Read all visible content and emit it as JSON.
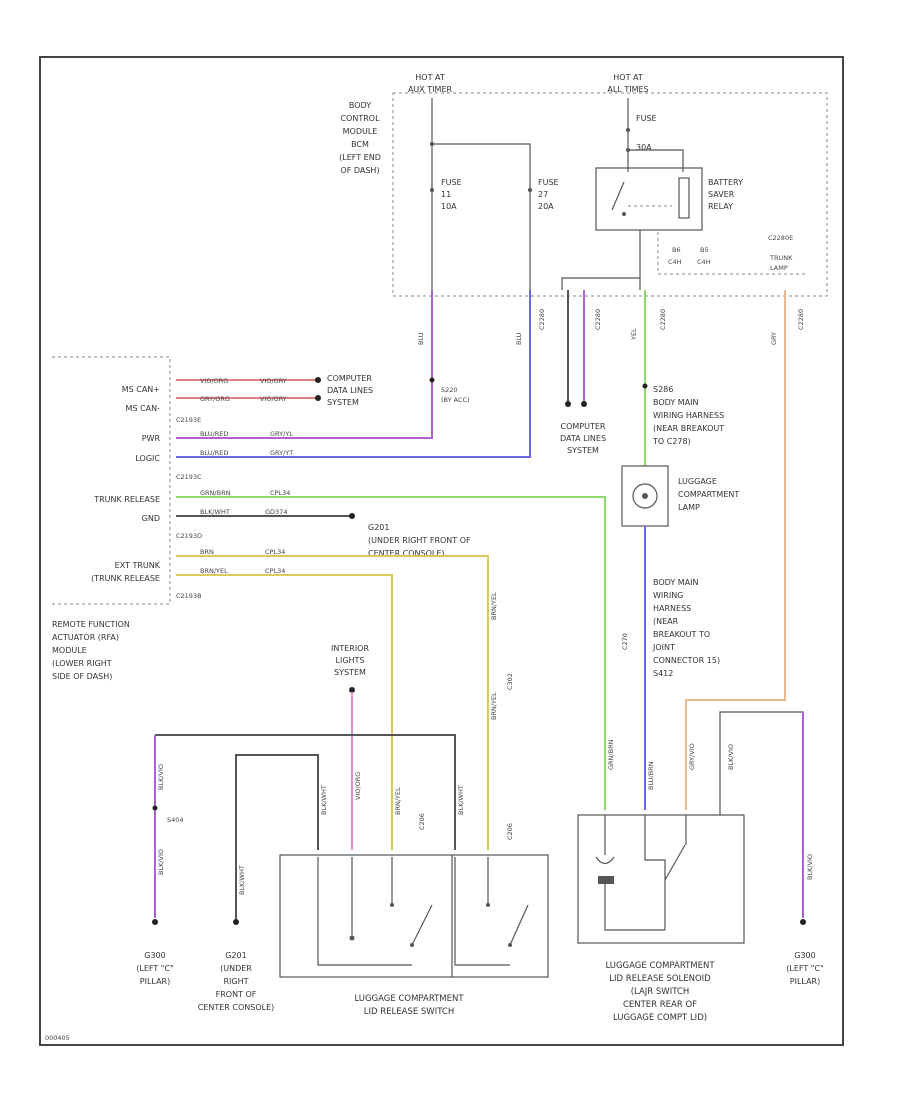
{
  "colors": {
    "purple_wire": "#b060d0",
    "blue_wire": "#6868e8",
    "green_wire": "#90d870",
    "yellow_wire": "#e0c860",
    "orange_wire": "#e8b890",
    "red_wire": "#e08080",
    "pink_wire": "#e090d0",
    "black_wire": "#555555"
  },
  "hot_at_aux_timer": [
    "HOT AT",
    "AUX TIMER"
  ],
  "hot_at_all_times": [
    "HOT AT",
    "ALL TIMES"
  ],
  "bcm_label": [
    "BODY",
    "CONTROL",
    "MODULE",
    "BCM",
    "(LEFT END",
    "OF DASH)"
  ],
  "fuse_11": [
    "FUSE",
    "11",
    "10A"
  ],
  "fuse_27": [
    "FUSE",
    "27",
    "20A"
  ],
  "fuse_top": "FUSE",
  "fuse_top_amps": "30A",
  "battery_saver_relay": [
    "BATTERY",
    "SAVER",
    "RELAY"
  ],
  "bcm_connector_pins": [
    "B6",
    "B5",
    "C4H",
    "C4H"
  ],
  "bcm_connector_side": [
    "C2280E",
    "TRUNK",
    "LAMP"
  ],
  "vertical_wire_tags": [
    "BLU",
    "BLU",
    "C2280",
    "C2280",
    "C2280",
    "YEL",
    "GRY",
    "C2280"
  ],
  "splice_s220": [
    "S220",
    "(BY ACC)"
  ],
  "computer_data_lines_1": [
    "COMPUTER",
    "DATA LINES",
    "SYSTEM"
  ],
  "computer_data_lines_2": [
    "COMPUTER",
    "DATA LINES",
    "SYSTEM"
  ],
  "splice_s286": [
    "S286",
    "BODY MAIN",
    "WIRING HARNESS",
    "(NEAR BREAKOUT",
    "TO C278)"
  ],
  "luggage_lamp": [
    "LUGGAGE",
    "COMPARTMENT",
    "LAMP"
  ],
  "rfa_pins": [
    "MS CAN+",
    "MS CAN-",
    "C2193E",
    "PWR",
    "LOGIC",
    "C2193C",
    "TRUNK RELEASE",
    "GND",
    "C2193D",
    "EXT TRUNK",
    "(TRUNK RELEASE",
    "C2193B"
  ],
  "rfa_module_label": [
    "REMOTE FUNCTION",
    "ACTUATOR (RFA)",
    "MODULE",
    "(LOWER RIGHT",
    "SIDE OF DASH)"
  ],
  "horizontal_wire_tags": [
    "VIO/ORG",
    "VIO/GRY",
    "GRY/ORG",
    "VIO/GRY",
    "BLU/RED",
    "GRY/YL",
    "BLU/RED",
    "GRY/YT",
    "GRN/BRN",
    "CPL34",
    "BLK/WHT",
    "GD374",
    "BRN",
    "CPL34",
    "BRN/YEL",
    "CPL34"
  ],
  "ground_g201_top": [
    "G201",
    "(UNDER RIGHT FRONT OF",
    "CENTER CONSOLE)"
  ],
  "interior_lights": [
    "INTERIOR",
    "LIGHTS",
    "SYSTEM"
  ],
  "body_main_wiring_lower": [
    "BODY MAIN",
    "WIRING",
    "HARNESS",
    "(NEAR",
    "BREAKOUT TO",
    "JOINT",
    "CONNECTOR 15)",
    "S412"
  ],
  "splice_s404": "S404",
  "ground_g300_left": [
    "G300",
    "(LEFT \"C\"",
    "PILLAR)"
  ],
  "ground_g201_bottom": [
    "G201",
    "(UNDER",
    "RIGHT",
    "FRONT OF",
    "CENTER CONSOLE)"
  ],
  "ground_g300_right": [
    "G300",
    "(LEFT \"C\"",
    "PILLAR)"
  ],
  "switch_label": [
    "LUGGAGE COMPARTMENT",
    "LID RELEASE SWITCH"
  ],
  "solenoid_label": [
    "LUGGAGE COMPARTMENT",
    "LID RELEASE SOLENOID",
    "(LAJR SWITCH",
    "CENTER REAR OF",
    "LUGGAGE COMPT LID)"
  ],
  "lower_wire_tags": [
    "BLK/VIO",
    "BLK/VIO",
    "BLK/WHT",
    "BLK/WHT",
    "BLK/WHT",
    "VIO/ORG",
    "BRN/YEL",
    "C206",
    "C206",
    "GRN/BRN",
    "C270",
    "BLU/BRN",
    "GRY/VIO",
    "BLK/VIO",
    "BLK/VIO",
    "BRN/YEL",
    "C302",
    "BRN/YEL"
  ],
  "footer_code": "000405"
}
